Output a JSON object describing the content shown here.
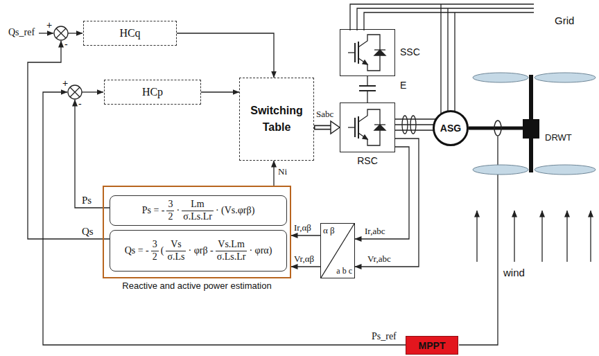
{
  "diagram": {
    "nodes": [
      {
        "text": [
          "HCq"
        ]
      },
      {
        "text": [
          "HCp"
        ]
      },
      {
        "text": [
          "Switching Table"
        ]
      },
      {
        "text": [
          "SSC"
        ]
      },
      {
        "text": [
          "RSC"
        ]
      },
      {
        "text": [
          "ASG"
        ]
      },
      {
        "text": [
          "Reactive and active power estimation"
        ]
      },
      {
        "text": [
          "Ps = -",
          "3",
          "2",
          "·",
          "Lm",
          "σ.Ls.Lr",
          "· (Vs.φrβ)"
        ],
        "in": 6
      },
      {
        "text": [
          "Qs = -",
          "3",
          "2",
          "(",
          "Vs",
          "σ.Ls",
          "· φrβ -",
          "Vs.Lm",
          "σ.Ls.Lr",
          "· φrα)"
        ],
        "in": 6
      },
      {
        "text": [
          "α β",
          "a b c"
        ]
      },
      {
        "text": [
          "MPPT"
        ]
      }
    ],
    "edges": [
      {
        "from": 0,
        "to": 2,
        "arrow": "to"
      },
      {
        "from": 1,
        "to": 2,
        "arrow": "to"
      },
      {
        "from": 2,
        "to": 4,
        "arrow": "to",
        "label": "Sabc"
      },
      {
        "from": 6,
        "to": 2,
        "arrow": "to",
        "label": "Ni"
      },
      {
        "from": 9,
        "to": 6,
        "arrow": "to",
        "label": "Ir,αβ"
      },
      {
        "from": 9,
        "to": 6,
        "arrow": "to",
        "label": "Vr,αβ"
      },
      {
        "from": 4,
        "to": 9,
        "arrow": "to",
        "label": "Ir,abc"
      },
      {
        "from": 4,
        "to": 9,
        "arrow": "to",
        "label": "Vr,abc"
      }
    ],
    "labels": [
      "Qs_ref",
      "+",
      "-",
      "+",
      "-",
      "E",
      "Grid",
      "DRWT",
      "wind",
      "Ps",
      "Qs",
      "Ps_ref"
    ]
  }
}
